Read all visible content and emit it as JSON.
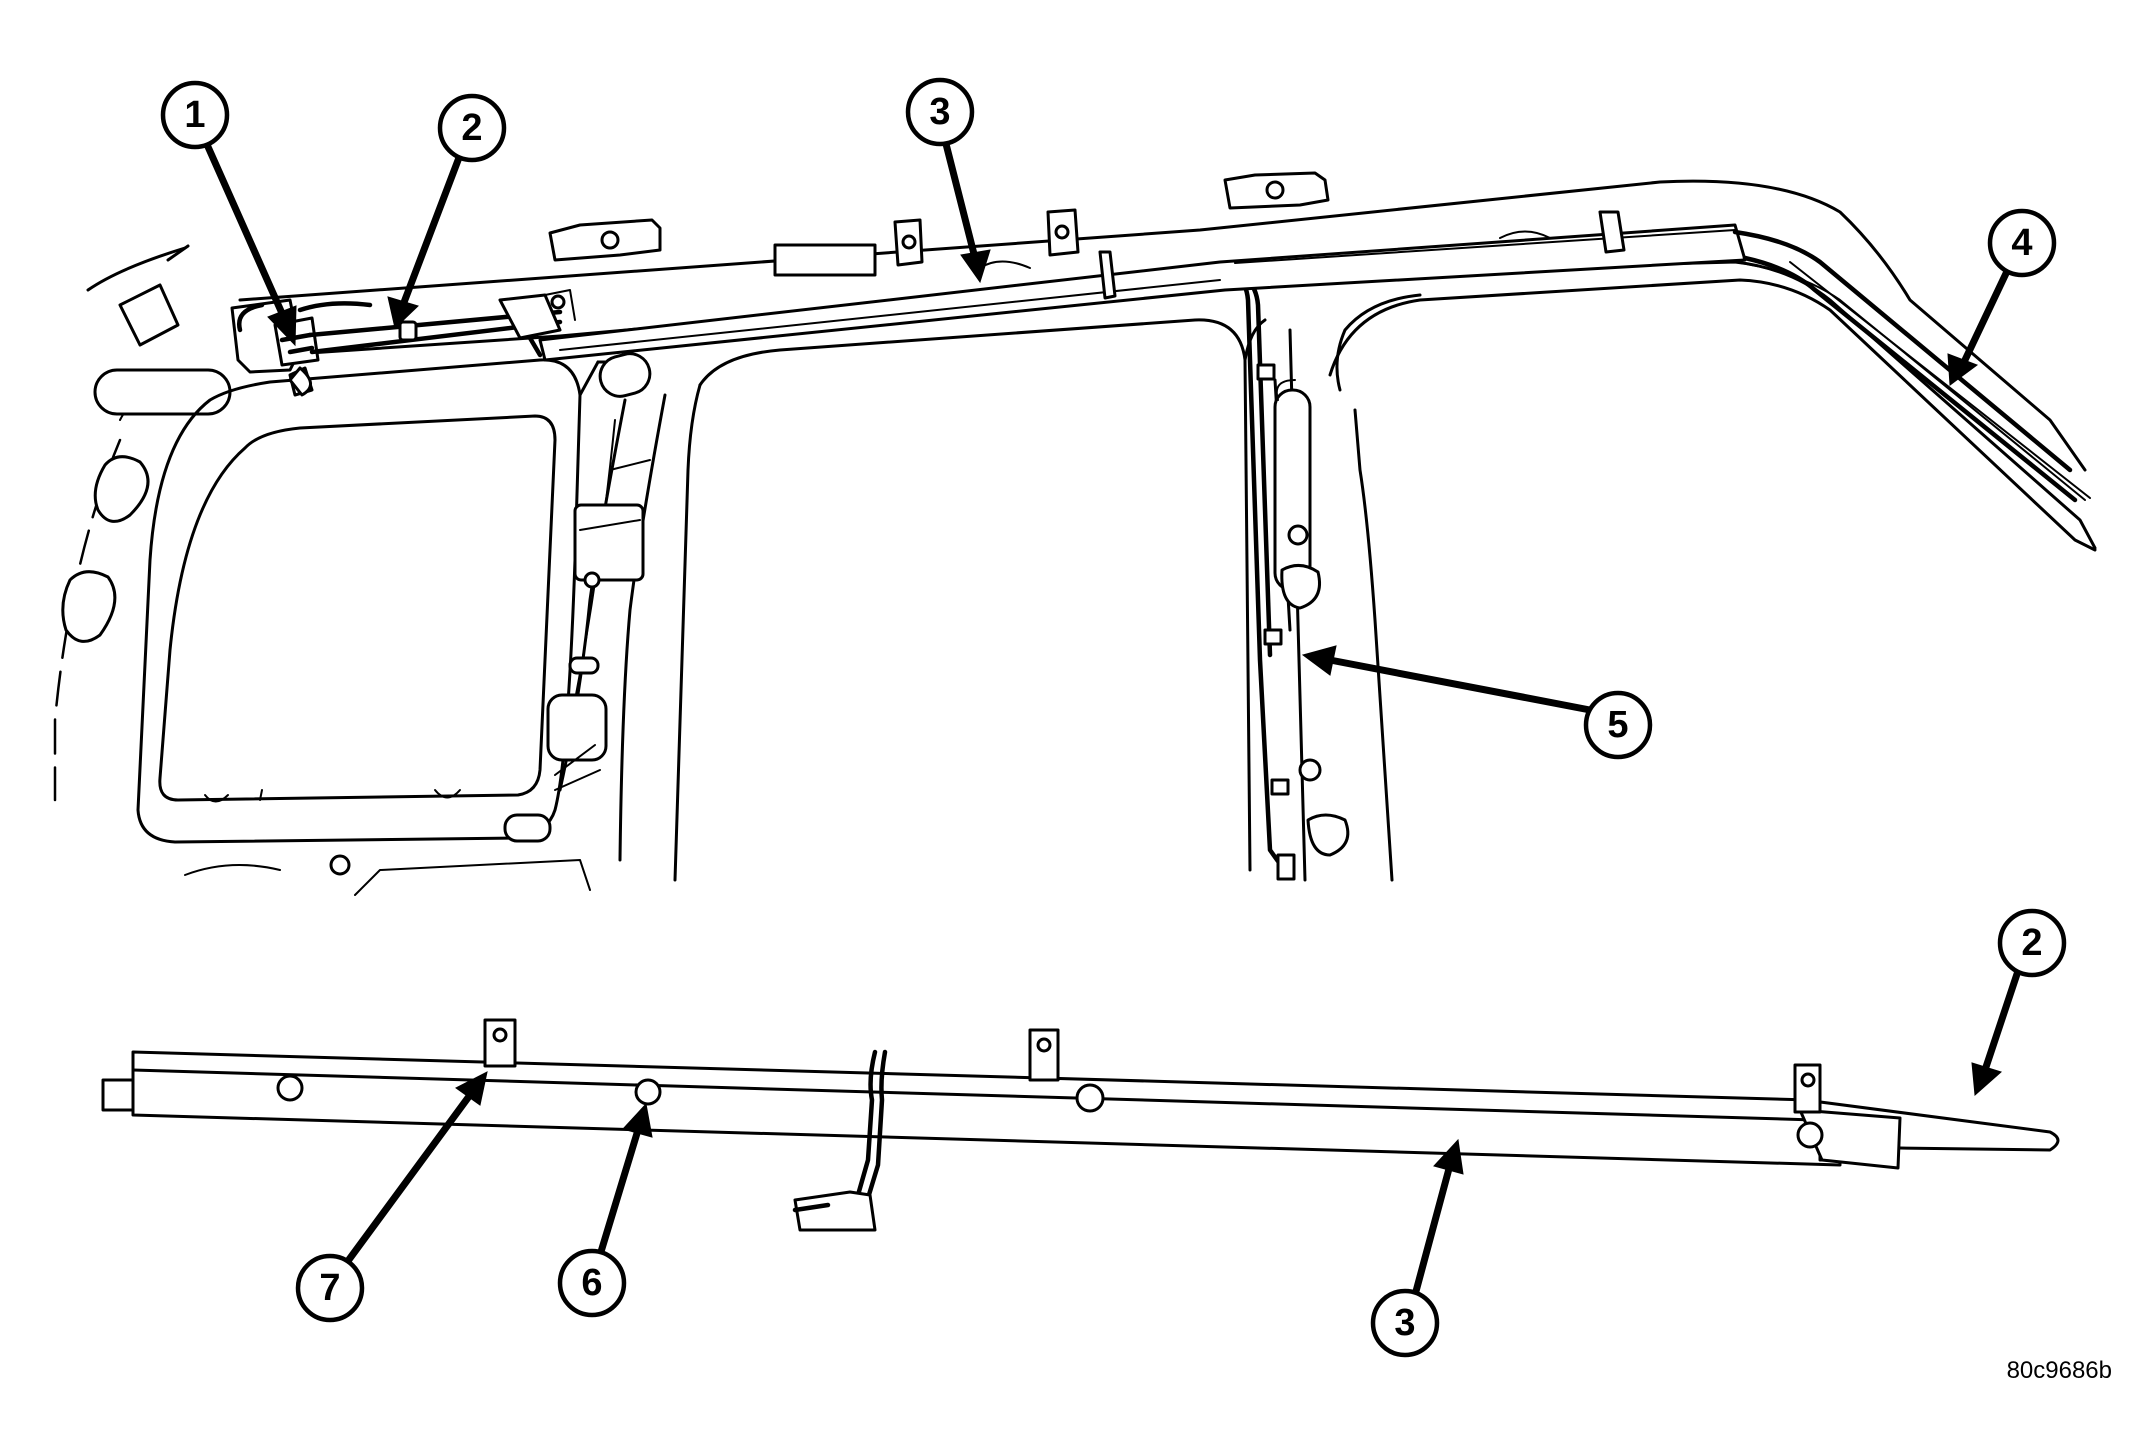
{
  "figure": {
    "code": "80c9686b"
  },
  "callouts": [
    {
      "id": "c1",
      "label": "1"
    },
    {
      "id": "c2a",
      "label": "2"
    },
    {
      "id": "c3a",
      "label": "3"
    },
    {
      "id": "c4",
      "label": "4"
    },
    {
      "id": "c5",
      "label": "5"
    },
    {
      "id": "c2b",
      "label": "2"
    },
    {
      "id": "c7",
      "label": "7"
    },
    {
      "id": "c6",
      "label": "6"
    },
    {
      "id": "c3b",
      "label": "3"
    }
  ]
}
